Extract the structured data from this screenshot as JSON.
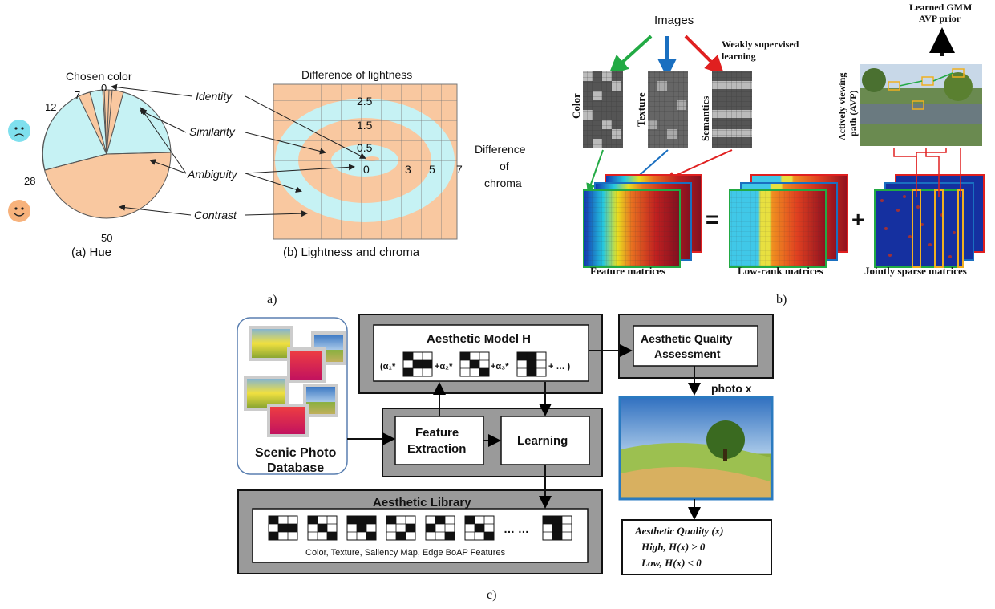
{
  "panel_a": {
    "hue": {
      "chosen_color": "Chosen color",
      "tick_0": "0",
      "tick_7": "7",
      "tick_12": "12",
      "tick_28": "28",
      "tick_50": "50",
      "caption": "(a) Hue"
    },
    "labels": {
      "identity": "Identity",
      "similarity": "Similarity",
      "ambiguity": "Ambiguity",
      "contrast": "Contrast"
    },
    "lc": {
      "title": "Difference of lightness",
      "l_25": "2.5",
      "l_15": "1.5",
      "l_05": "0.5",
      "c_0": "0",
      "c_3": "3",
      "c_5": "5",
      "c_7": "7",
      "chroma_line1": "Difference",
      "chroma_line2": "of",
      "chroma_line3": "chroma",
      "caption": "(b) Lightness and chroma"
    },
    "colors": {
      "peach": "#f9c8a0",
      "cyan": "#c6f2f4"
    },
    "panel_label": "a)"
  },
  "panel_b": {
    "images": "Images",
    "weakly_line1": "Weakly supervised",
    "weakly_line2": "learning",
    "gmm_line1": "Learned GMM",
    "gmm_line2": "AVP prior",
    "avp_line1": "Actively viewing",
    "avp_line2": "path (AVP)",
    "color": "Color",
    "texture": "Texture",
    "semantics": "Semantics",
    "feature_matrices": "Feature matrices",
    "low_rank": "Low-rank matrices",
    "jointly_sparse": "Jointly sparse matrices",
    "equals": "=",
    "plus": "+",
    "panel_label": "b)"
  },
  "panel_c": {
    "aesthetic_model": "Aesthetic Model H",
    "formula": "(α₁*",
    "formula_a2": "+α₂*",
    "formula_a3": "+α₃*",
    "formula_end": "+ … )",
    "quality_line1": "Aesthetic Quality",
    "quality_line2": "Assessment",
    "photo_x": "photo x",
    "feature_line1": "Feature",
    "feature_line2": "Extraction",
    "learning": "Learning",
    "db_line1": "Scenic Photo",
    "db_line2": "Database",
    "library": "Aesthetic Library",
    "library_dots": "… …",
    "library_features": "Color, Texture, Saliency Map, Edge BoAP Features",
    "result_line1": "Aesthetic Quality (x)",
    "result_line2": "High,  H(x) ≥ 0",
    "result_line3": "Low,  H(x) < 0",
    "panel_label": "c)"
  }
}
